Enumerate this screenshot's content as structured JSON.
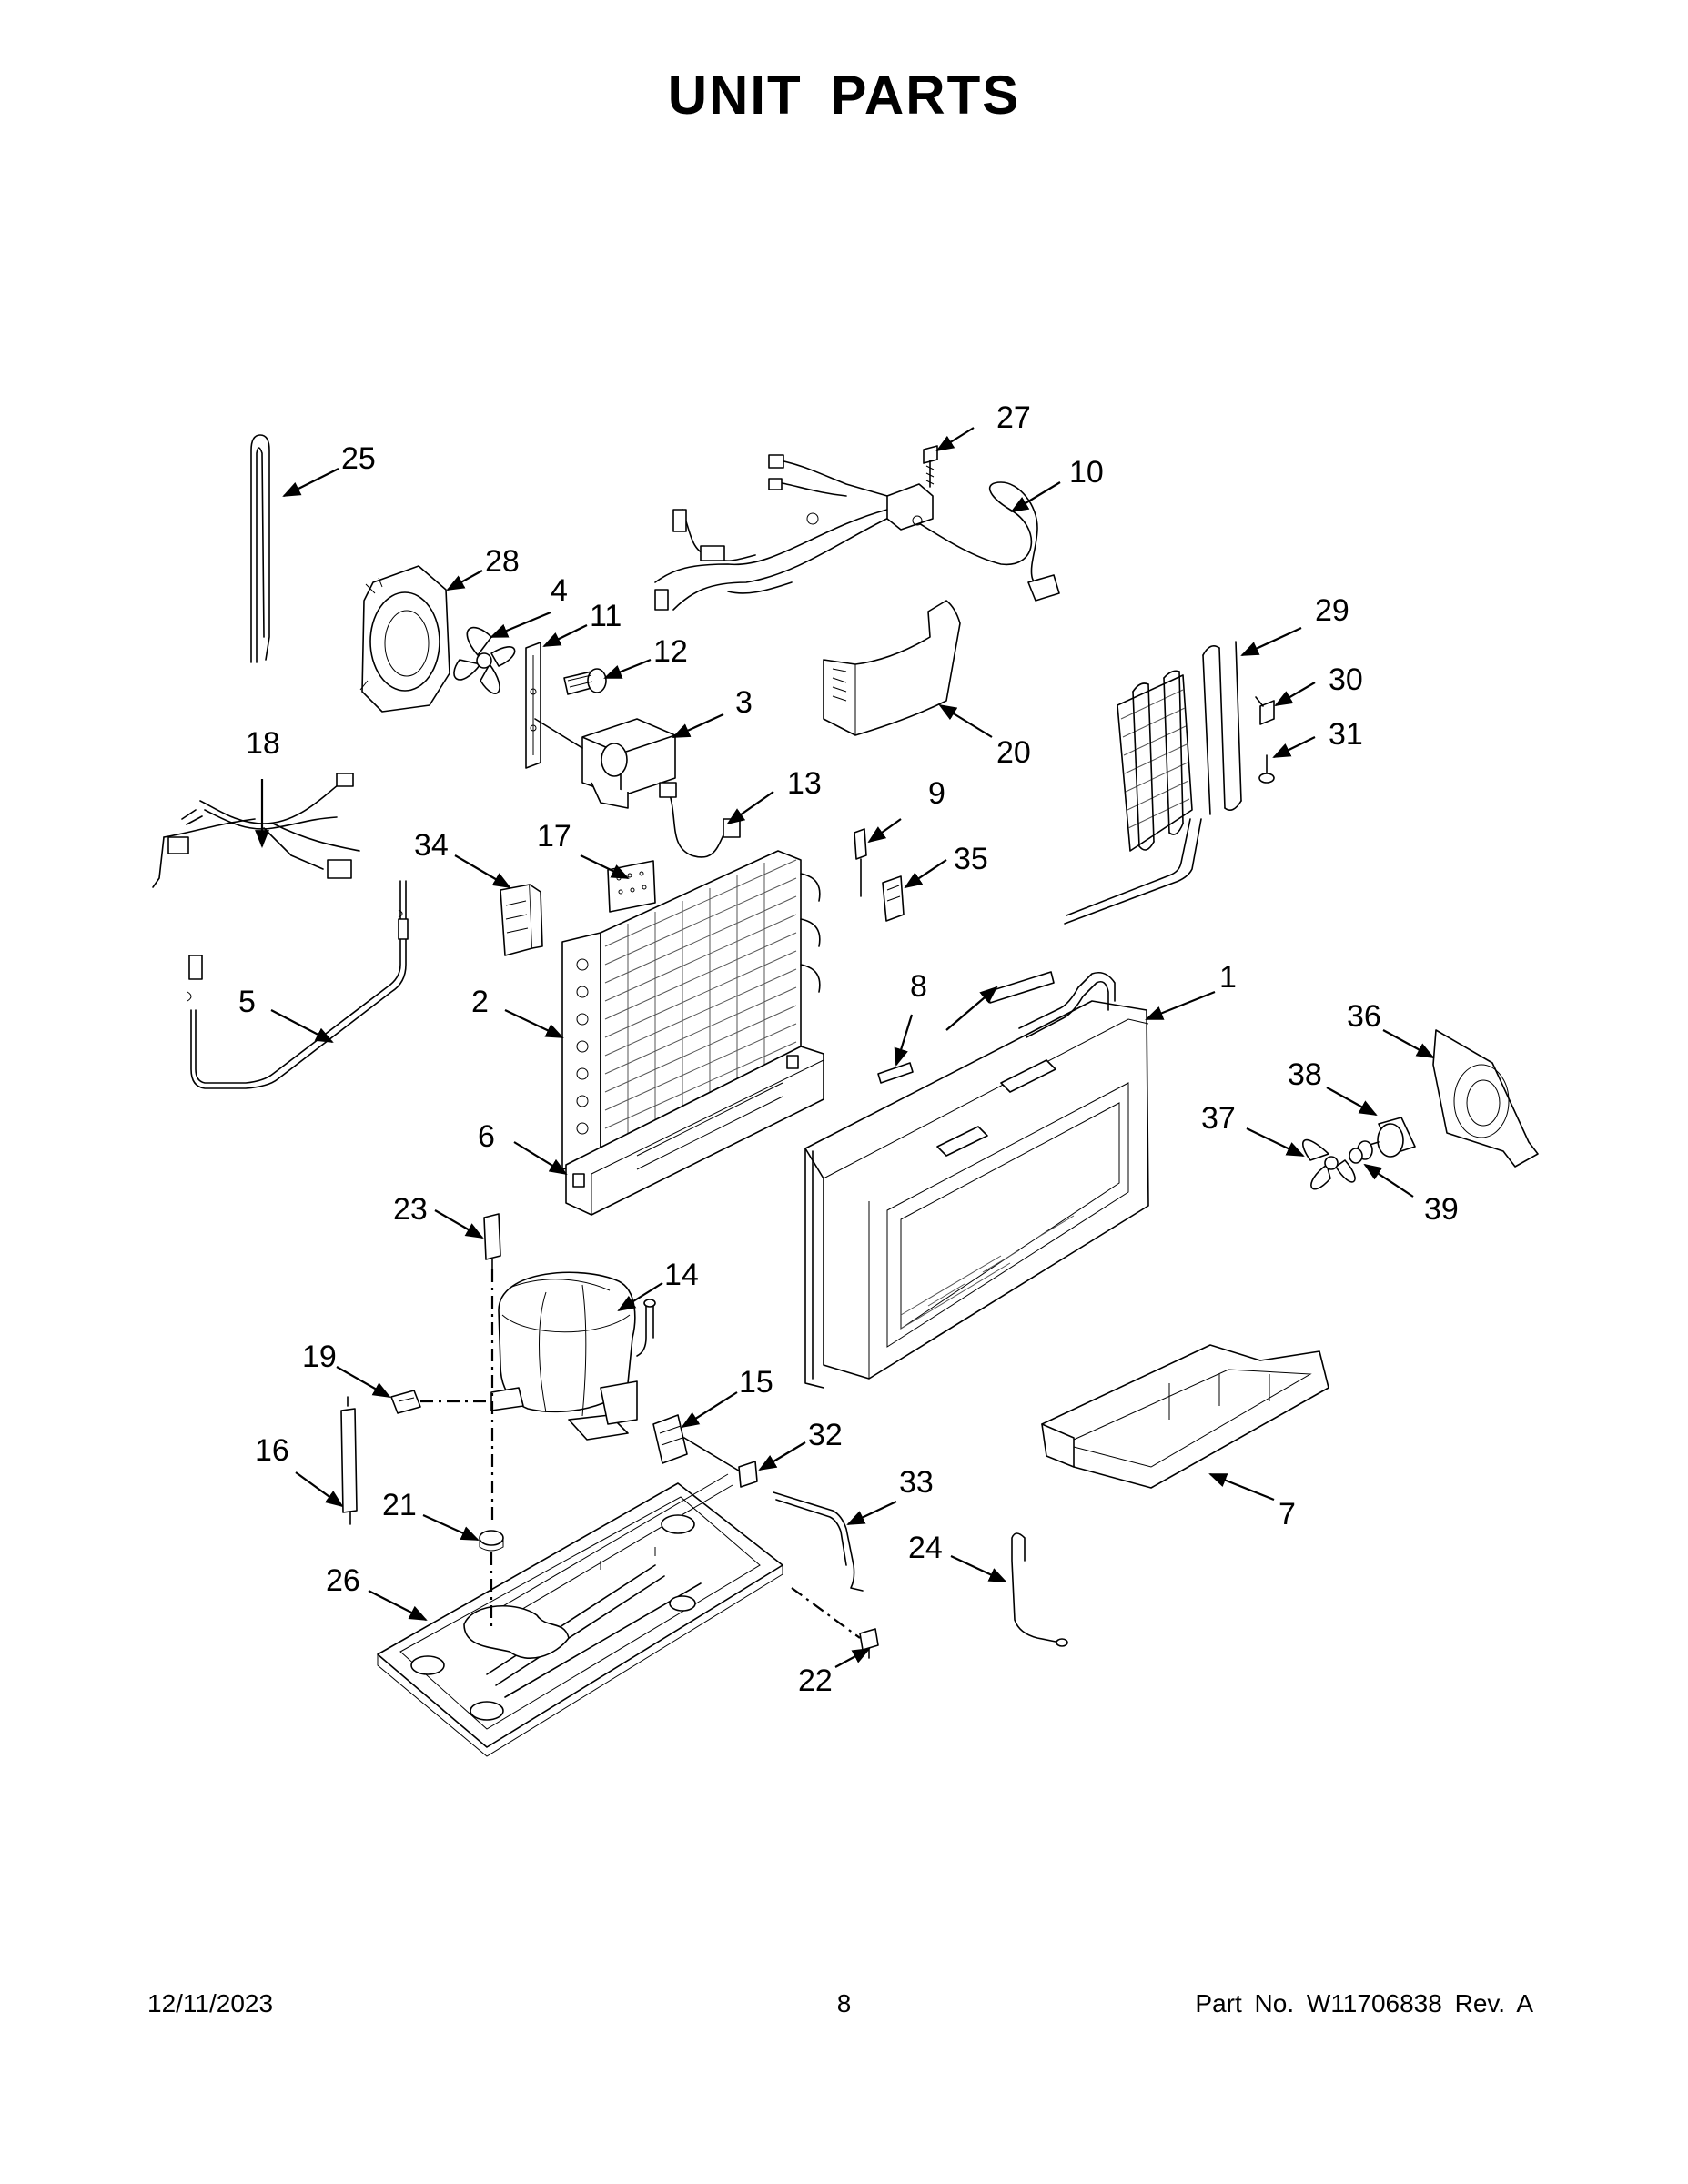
{
  "title": "UNIT  PARTS",
  "footer": {
    "date": "12/11/2023",
    "page": "8",
    "part_number": "Part No.  W11706838  Rev.  A"
  },
  "callouts": {
    "c1": "1",
    "c2": "2",
    "c3": "3",
    "c4": "4",
    "c5": "5",
    "c6": "6",
    "c7": "7",
    "c8a": "8",
    "c9": "9",
    "c10": "10",
    "c11": "11",
    "c12": "12",
    "c13": "13",
    "c14": "14",
    "c15": "15",
    "c16": "16",
    "c17": "17",
    "c18": "18",
    "c19": "19",
    "c20": "20",
    "c21": "21",
    "c22": "22",
    "c23": "23",
    "c24": "24",
    "c25": "25",
    "c26": "26",
    "c27": "27",
    "c28": "28",
    "c29": "29",
    "c30": "30",
    "c31": "31",
    "c32": "32",
    "c33": "33",
    "c34": "34",
    "c35": "35",
    "c36": "36",
    "c37": "37",
    "c38": "38",
    "c39": "39"
  }
}
